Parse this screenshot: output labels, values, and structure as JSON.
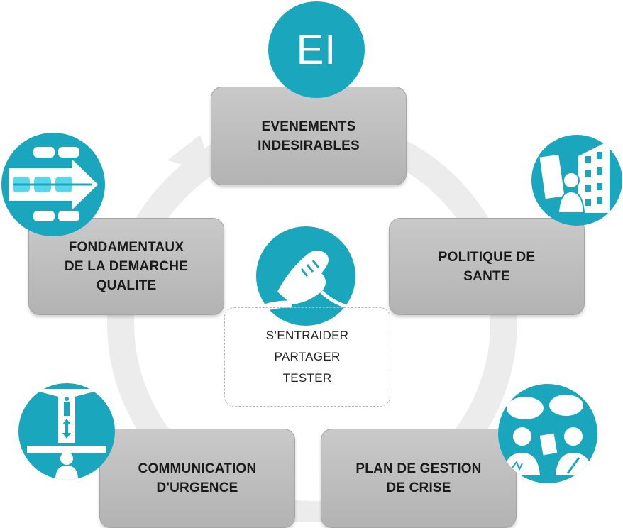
{
  "boxes": {
    "top": "EVENEMENTS\nINDESIRABLES",
    "left": "FONDAMENTAUX\nDE LA DEMARCHE\nQUALITE",
    "right": "POLITIQUE DE\nSANTE",
    "bottom_left": "COMMUNICATION\nD'URGENCE",
    "bottom_right": "PLAN DE GESTION\nDE CRISE"
  },
  "ei_icon_text": "EI",
  "center": {
    "line1": "S’ENTRAIDER",
    "line2": "PARTAGER",
    "line3": "TESTER"
  },
  "icons": {
    "top": "ei-badge-icon",
    "left": "process-flow-icon",
    "right": "hospital-doctor-icon",
    "center": "handshake-icon",
    "bottom_left": "information-person-icon",
    "bottom_right": "meeting-discussion-icon"
  },
  "colors": {
    "accent": "#1aa7be",
    "box_fill": "#bdbdbd",
    "cycle_arrow": "#ebebeb"
  }
}
